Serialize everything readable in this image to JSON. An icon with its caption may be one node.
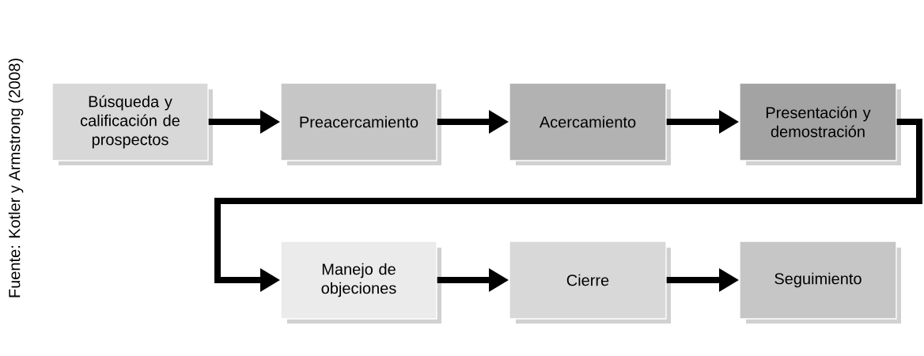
{
  "diagram": {
    "caption": "Fuente: Kotler y Armstrong (2008)",
    "nodes": [
      {
        "text": [
          "Búsqueda y calificación de prospectos"
        ]
      },
      {
        "text": [
          "Preacercamiento"
        ]
      },
      {
        "text": [
          "Acercamiento"
        ]
      },
      {
        "text": [
          "Presentación y demostración"
        ]
      },
      {
        "text": [
          "Manejo de objeciones"
        ]
      },
      {
        "text": [
          "Cierre"
        ]
      },
      {
        "text": [
          "Seguimiento"
        ]
      }
    ],
    "edges": [
      {
        "from": 0,
        "to": 1,
        "arrow": "to"
      },
      {
        "from": 1,
        "to": 2,
        "arrow": "to"
      },
      {
        "from": 2,
        "to": 3,
        "arrow": "to"
      },
      {
        "from": 3,
        "to": 4,
        "arrow": "to"
      },
      {
        "from": 4,
        "to": 5,
        "arrow": "to"
      },
      {
        "from": 5,
        "to": 6,
        "arrow": "to"
      }
    ]
  }
}
